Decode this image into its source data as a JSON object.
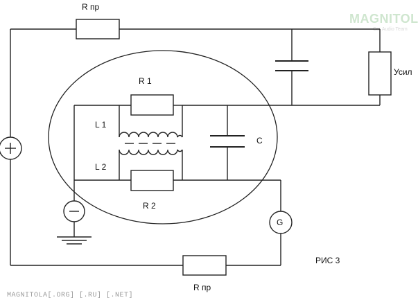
{
  "labels": {
    "r_pr_top": "R пр",
    "r1": "R 1",
    "l1": "L 1",
    "l2": "L 2",
    "c": "C",
    "r2": "R 2",
    "usil": "Усил",
    "g": "G",
    "figure": "РИС 3",
    "r_pr_bottom": "R пр"
  },
  "watermark": {
    "logo": "MAGNITOLA",
    "tagline": "Car Audio Team"
  },
  "footer": "MAGNITOLA[.ORG] [.RU] [.NET]",
  "colors": {
    "line": "#222222",
    "background": "#ffffff",
    "watermark": "#cfe6cf"
  }
}
